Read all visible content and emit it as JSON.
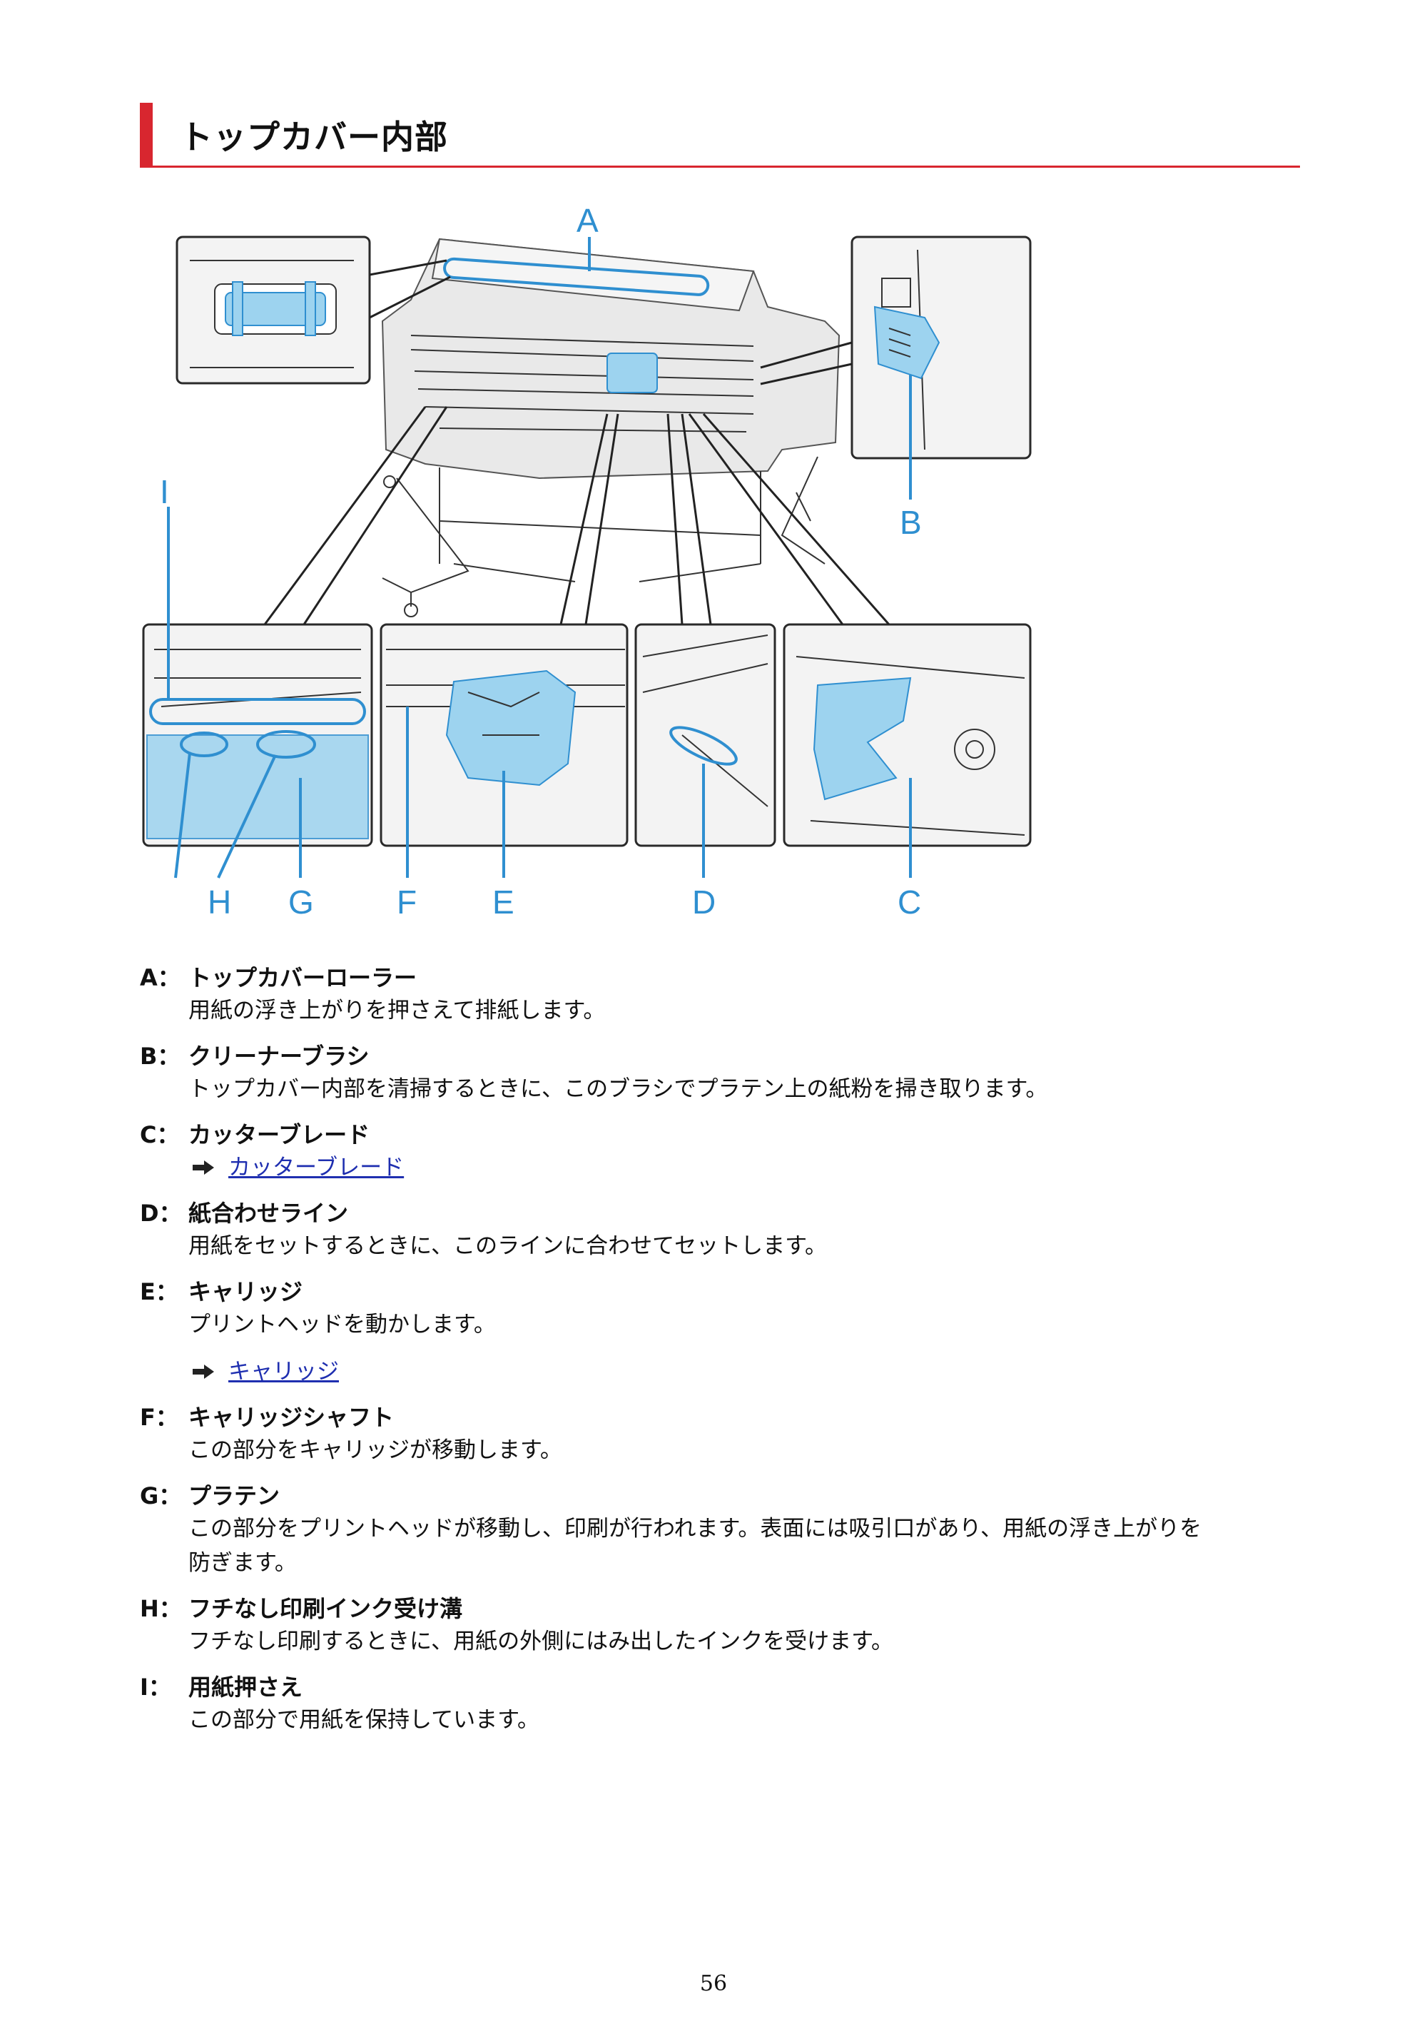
{
  "page": {
    "title": "トップカバー内部",
    "number": "56"
  },
  "figure": {
    "labels": {
      "A": "A",
      "B": "B",
      "C": "C",
      "D": "D",
      "E": "E",
      "F": "F",
      "G": "G",
      "H": "H",
      "I": "I"
    }
  },
  "items": [
    {
      "key": "A：",
      "term": "トップカバーローラー",
      "desc": "用紙の浮き上がりを押さえて排紙します。"
    },
    {
      "key": "B：",
      "term": "クリーナーブラシ",
      "desc": "トップカバー内部を清掃するときに、このブラシでプラテン上の紙粉を掃き取ります。"
    },
    {
      "key": "C：",
      "term": "カッターブレード",
      "link": "カッターブレード"
    },
    {
      "key": "D：",
      "term": "紙合わせライン",
      "desc": "用紙をセットするときに、このラインに合わせてセットします。"
    },
    {
      "key": "E：",
      "term": "キャリッジ",
      "desc": "プリントヘッドを動かします。",
      "link": "キャリッジ"
    },
    {
      "key": "F：",
      "term": "キャリッジシャフト",
      "desc": "この部分をキャリッジが移動します。"
    },
    {
      "key": "G：",
      "term": "プラテン",
      "desc": "この部分をプリントヘッドが移動し、印刷が行われます。表面には吸引口があり、用紙の浮き上がりを",
      "desc2": "防ぎます。"
    },
    {
      "key": "H：",
      "term": "フチなし印刷インク受け溝",
      "desc": "フチなし印刷するときに、用紙の外側にはみ出したインクを受けます。"
    },
    {
      "key": "I：",
      "term": "用紙押さえ",
      "desc": "この部分で用紙を保持しています。"
    }
  ],
  "colors": {
    "accent_red": "#d8262f",
    "callout_blue": "#2f8fd0",
    "link_blue": "#1f2fb0"
  }
}
